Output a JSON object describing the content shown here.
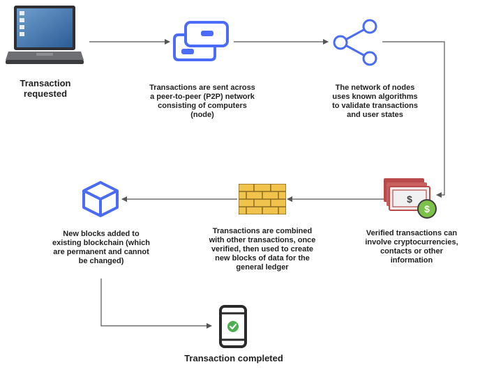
{
  "steps": {
    "requested": "Transaction\nrequested",
    "p2p": "Transactions are sent across\na peer-to-peer (P2P) network\nconsisting of computers\n(node)",
    "validate": "The network of nodes\nuses known algorithms\nto validate transactions\nand user states",
    "verified": "Verified transactions can\ninvolve cryptocurrencies,\ncontacts or other\ninformation",
    "combined": "Transactions are combined\nwith other transactions, once\nverified, then used to create\nnew blocks of data for the\ngeneral ledger",
    "blocks": "New blocks added to\nexisting blockchain (which\nare permanent and cannot\nbe changed)",
    "completed": "Transaction completed"
  },
  "icons": {
    "requested": "laptop-icon",
    "p2p": "p2p-network-icon",
    "validate": "share-nodes-icon",
    "verified": "money-bills-icon",
    "combined": "brick-wall-icon",
    "blocks": "cube-icon",
    "completed": "smartphone-check-icon"
  },
  "bill_symbol": "$",
  "colors": {
    "accent": "#4a6cf7",
    "arrow": "#555555",
    "bricks": "#f0c34d",
    "bill_dark": "#b84a4a",
    "bill_light": "#f1f1f1",
    "coin": "#7cc24a",
    "check": "#4caf50"
  }
}
